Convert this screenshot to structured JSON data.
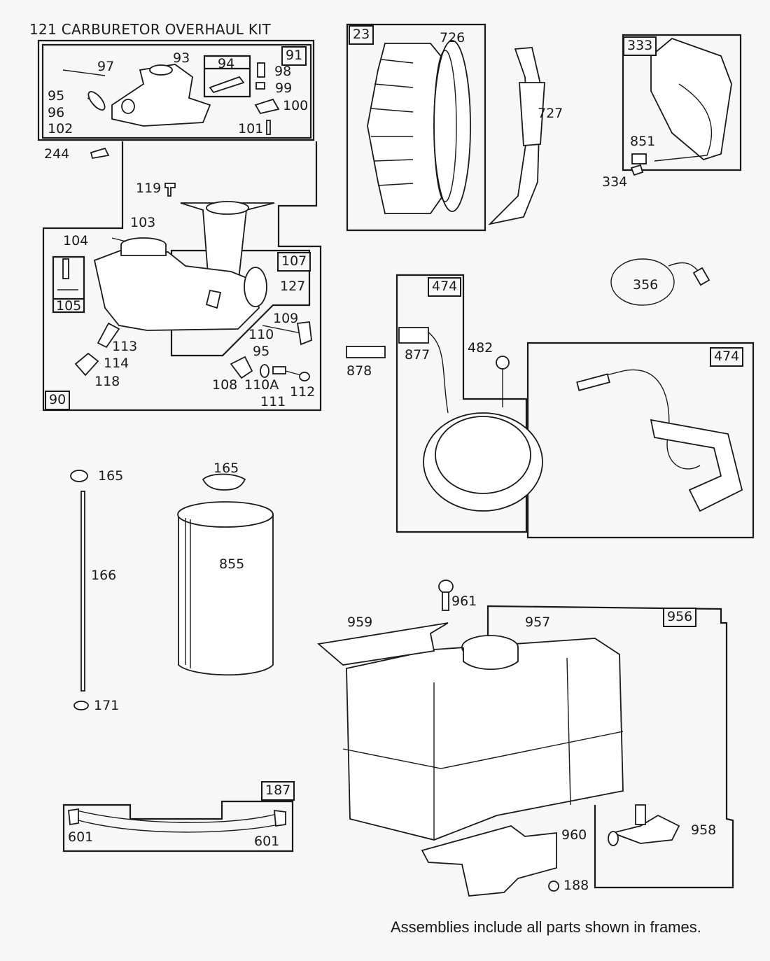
{
  "title": "121 CARBURETOR OVERHAUL KIT",
  "footnote": "Assemblies include all parts shown in frames.",
  "frames": {
    "f91": "91",
    "f94": "94",
    "f107": "107",
    "f105": "105",
    "f90": "90",
    "f23": "23",
    "f333": "333",
    "f474a": "474",
    "f474b": "474",
    "f956": "956",
    "f187": "187"
  },
  "parts": {
    "p93": "93",
    "p97": "97",
    "p95a": "95",
    "p96": "96",
    "p102": "102",
    "p98": "98",
    "p99": "99",
    "p100": "100",
    "p101": "101",
    "p244": "244",
    "p119": "119",
    "p103": "103",
    "p104": "104",
    "p127": "127",
    "p109": "109",
    "p110": "110",
    "p95b": "95",
    "p113": "113",
    "p114": "114",
    "p118": "118",
    "p108": "108",
    "p110a": "110A",
    "p111": "111",
    "p112": "112",
    "p726": "726",
    "p727": "727",
    "p851": "851",
    "p334": "334",
    "p356": "356",
    "p878": "878",
    "p877": "877",
    "p482": "482",
    "p165a": "165",
    "p165b": "165",
    "p166": "166",
    "p171": "171",
    "p855": "855",
    "p961": "961",
    "p959": "959",
    "p957": "957",
    "p958": "958",
    "p960": "960",
    "p188": "188",
    "p601a": "601",
    "p601b": "601"
  }
}
